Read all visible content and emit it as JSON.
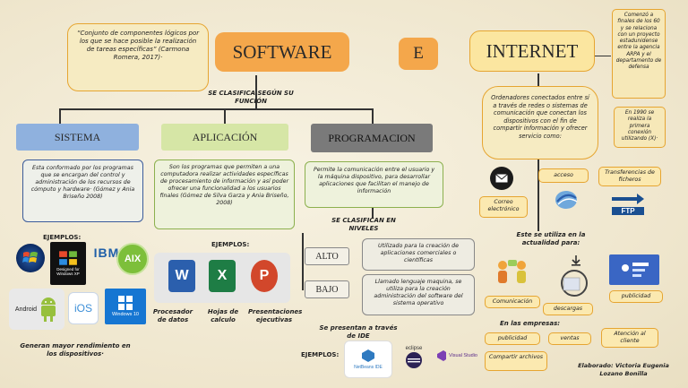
{
  "titles": {
    "software": "SOFTWARE",
    "e": "E",
    "internet": "INTERNET"
  },
  "quote": "“Conjunto de componentes lógicos por los que se hace posible la realización de tareas específicas” (Carmona Romera, 2017)·",
  "clasifica": "SE CLASIFICA SEGÚN SU FUNCIÓN",
  "categories": {
    "sistema": {
      "label": "SISTEMA",
      "desc": "Esta conformado por los programas que se encargan del control y administración de los recursos de cómputo y hardware· (Gómez y Ania Briseño 2008)",
      "ejemplos": "EJEMPLOS:",
      "logos": {
        "ibm": "IBM",
        "aix": "AIX",
        "android": "Android",
        "ios": "iOS",
        "windows10": "Windows 10",
        "winxp": "Designed for Windows XP"
      }
    },
    "aplicacion": {
      "label": "APLICACIÓN",
      "desc": "Son los programas que permiten a una computadora realizar actividades específicas de procesamiento de información y así poder ofrecer una funcionalidad a los usuarios finales (Gómez de Silva Garza y Ania Briseño, 2008)",
      "ejemplos": "EJEMPLOS:",
      "examples": [
        "Procesador de datos",
        "Hojas de calculo",
        "Presentaciones ejecutivas"
      ]
    },
    "programacion": {
      "label": "PROGRAMACION",
      "desc": "Permite la comunicación entre el usuario y la máquina dispositivo, para desarrollar aplicaciones que facilitan el manejo de información",
      "clasifican": "SE CLASIFICAN EN NIVELES",
      "alto": "ALTO",
      "alto_desc": "Utilizado para la creación de aplicaciones comerciales o científicas",
      "bajo": "BAJO",
      "bajo_desc": "Llamado lenguaje maquina, se utiliza para la creación administración del software del sistema operativo",
      "ide_title": "Se presentan a través de IDE",
      "ejemplos": "EJEMPLOS:",
      "ides": [
        "NetBeans IDE",
        "eclipse",
        "Visual Studio"
      ]
    }
  },
  "rendimiento": "Generan mayor rendimiento en los dispositivos·",
  "internet": {
    "history": "Comenzó a finales de los 60 y se relaciona con un proyecto estadunidense entre la agencia ARPA y el departamento de defensa",
    "year": "En 1990 se realiza la primera conexión utilizando (X)·",
    "desc": "Ordenadores conectados entre sí a través de redes o sistemas de comunicación que conectan los dispositivos con el fin de compartir información y ofrecer servicio como:",
    "services": [
      "Correo electrónico",
      "acceso",
      "Transferencias de ficheros"
    ],
    "ftp": "FTP",
    "actualidad": "Este se utiliza en la actualidad para:",
    "uses": [
      "Comunicación",
      "descargas",
      "publicidad"
    ],
    "empresas_title": "En las empresas:",
    "empresas": [
      "publicidad",
      "ventas",
      "Atención al cliente",
      "Compartir archivos"
    ]
  },
  "author": "Elaborado: Victoria Eugenia Lozano Bonilla",
  "colors": {
    "orange": "#f4a74b",
    "green": "#d6e6a6",
    "blue": "#8fb1de",
    "gray": "#7a7a7a",
    "yellow": "#fbe6a0"
  }
}
